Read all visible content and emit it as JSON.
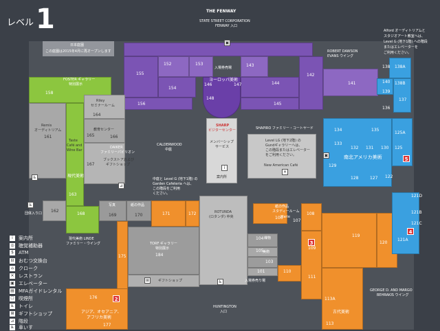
{
  "level": {
    "title": "レベル",
    "number": "1"
  },
  "notice": {
    "line1": "日本庭園",
    "line2": "この庭園は2015年4月に再オープンします"
  },
  "top": {
    "fenway": "THE FENWAY",
    "state_street": "STATE STREET CORPORATION",
    "fenway_entrance": "FENWAY 入口",
    "robert_dawson": "ROBERT DAWSON",
    "evans_wing": "EVANS ウイング",
    "alford": "Alford オーディトリアムと",
    "alford2": "スタジオアート教室へは、",
    "alford3": "Level G (地下1階) への階段",
    "alford4": "またはエレベーターを",
    "alford5": "ご利用ください。"
  },
  "rooms": {
    "r152": "152",
    "r153": "153",
    "r154": "154",
    "r155": "155",
    "r156": "156",
    "r143": "143",
    "r144": "144",
    "r141": "141",
    "r142": "142",
    "r145": "145",
    "r146": "146",
    "r147": "147",
    "r148": "148",
    "r158": "158",
    "r161": "161",
    "r162": "162",
    "r163": "163",
    "r164": "164",
    "r165": "165",
    "r166": "166",
    "r167": "167",
    "r168": "168",
    "r169": "169",
    "r170": "170",
    "r171": "171",
    "r172": "172",
    "r175": "175",
    "r176": "176",
    "r177": "177",
    "r184": "184",
    "r101": "101",
    "r103": "103",
    "r104": "104",
    "r105": "105",
    "r106": "106",
    "r107": "107",
    "r108": "108",
    "r109": "109",
    "r110": "110",
    "r111": "111",
    "r113": "113",
    "r113a": "113A",
    "r119": "119",
    "r120": "120",
    "r121a": "121A",
    "r121b": "121B",
    "r121c": "121C",
    "r121d": "121D",
    "r122": "122",
    "r125": "125",
    "r125a": "125A",
    "r127": "127",
    "r128": "128",
    "r129": "129",
    "r130": "130",
    "r131": "131",
    "r132": "132",
    "r133": "133",
    "r134": "134",
    "r135": "135",
    "r136": "136",
    "r137": "137",
    "r138": "138",
    "r138a": "138A",
    "r138b": "138B",
    "r139": "139",
    "r140": "140"
  },
  "labels": {
    "foster": "FOSTER ギャラリー",
    "foster2": "特別展示",
    "europe": "ヨーロッパ美術",
    "entrance_europe": "入場券売場",
    "riley": "Riley",
    "riley2": "セミナールーム",
    "edu": "教育センター",
    "remis": "Remis",
    "remis2": "オーディトリアム",
    "taste": "Taste",
    "taste2": "Café and",
    "taste3": "Wine Bar",
    "daiker": "DAIKER",
    "daiker2": "ファミリーパビリオン",
    "bookshop": "ブックストアおよび",
    "bookshop2": "ギフトショップ",
    "modern": "現代美術",
    "calderwood": "CALDERWOOD",
    "calderwood2": "中庭",
    "sharp": "SHARP",
    "sharp2": "ビジターセンター",
    "member": "メンバーシップ",
    "member2": "サービス",
    "info": "案内所",
    "shapiro": "SHAPIRO ファミリー・コートヤード",
    "levellg": "Level LG (地下2階) の",
    "levellg2": "Gundギャラリーへは、",
    "levellg3": "この階段またはエレベーター",
    "levellg4": "をご利用ください。",
    "newam": "New American Café",
    "americas": "南北アメリカ美術",
    "garden": "中庭と Level G (地下1階) の",
    "garden2": "Garden Cafeteria へは、",
    "garden3": "この階段をご利用",
    "garden4": "ください。",
    "photo": "写真",
    "paper": "紙の作品",
    "linde": "現代美術 LINDE",
    "linde2": "ファミリー・ウイング",
    "group": "団体入り口",
    "rotunda": "ROTUNDA",
    "rotunda2": "(ロタンダ) 中央",
    "toby": "TORF ギャラリー",
    "toby2": "特別展示",
    "textile": "織物",
    "textile2": "美術",
    "marie": "Marie",
    "marie2": "スタディールーム",
    "gift": "ギフトショップ",
    "ticket": "入場券売り場",
    "huntington": "HUNTINGTON",
    "huntington2": "入口",
    "asia": "アジア、オセアニア、",
    "asia2": "アフリカ美術",
    "ancient": "古代美術",
    "george": "GEORGE D. AND MARGO",
    "george2": "BEHRAKIS ウイング",
    "studio": "紙の作品",
    "studio2": "スタディールーム"
  },
  "legend": [
    {
      "icon": "i",
      "label": "案内所"
    },
    {
      "icon": "◎",
      "label": "聴覚補助器"
    },
    {
      "icon": "$",
      "label": "ATM"
    },
    {
      "icon": "⊟",
      "label": "おむつ交換台"
    },
    {
      "icon": "⌂",
      "label": "クローク"
    },
    {
      "icon": "✕",
      "label": "レストラン"
    },
    {
      "icon": "▣",
      "label": "エレベーター"
    },
    {
      "icon": "▤",
      "label": "MFAガイドレンタル"
    },
    {
      "icon": "☐",
      "label": "喫煙所"
    },
    {
      "icon": "♿",
      "label": "トイレ"
    },
    {
      "icon": "⊞",
      "label": "ギフトショップ"
    },
    {
      "icon": "⊿",
      "label": "階段"
    },
    {
      "icon": "♿",
      "label": "車いす"
    }
  ],
  "badges": {
    "b1": "2",
    "b2": "3",
    "b3": "4",
    "b4": "5"
  }
}
